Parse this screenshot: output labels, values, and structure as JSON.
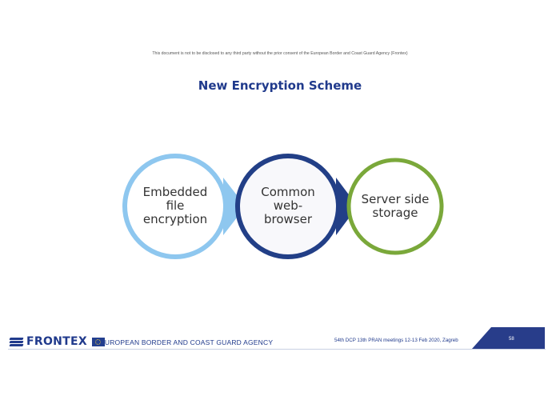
{
  "header": {
    "disclaimer": "This document is not to be disclosed to any third party without the prior consent of the European Border and Coast Guard Agency (Frontex)"
  },
  "title": "New Encryption Scheme",
  "diagram": {
    "steps": [
      {
        "label_lines": [
          "Embedded",
          "file",
          "encryption"
        ],
        "color": "#8ec7ef"
      },
      {
        "label_lines": [
          "Common",
          "web-",
          "browser"
        ],
        "color": "#223f87"
      },
      {
        "label_lines": [
          "Server side",
          "storage"
        ],
        "color": "#7aa83a"
      }
    ]
  },
  "footer": {
    "logo_text": "FRONTEX",
    "agency": "EUROPEAN BORDER AND COAST GUARD AGENCY",
    "meeting": "54th DCP 13th PRAN meetings 12-13 Feb 2020, Zagreb",
    "page_number": "58"
  },
  "colors": {
    "brand_blue": "#203a8c",
    "light_blue": "#8ec7ef",
    "dark_blue": "#223f87",
    "green": "#7aa83a"
  }
}
